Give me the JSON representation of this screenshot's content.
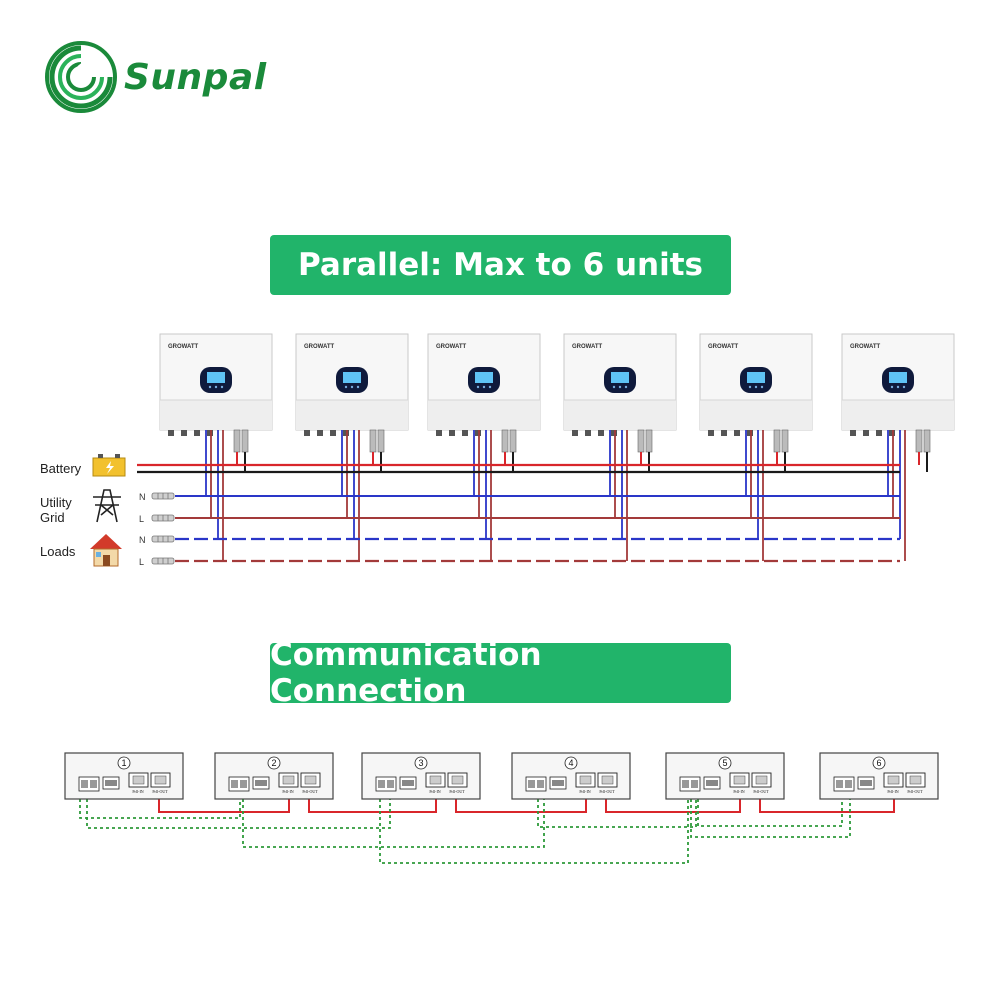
{
  "logo": {
    "text": "Sunpal"
  },
  "banners": {
    "parallel": "Parallel: Max to 6 units",
    "communication": "Communication Connection"
  },
  "inverter_brand": "GROWATT",
  "legend": {
    "battery": "Battery",
    "utility_line1": "Utility",
    "utility_line2": "Grid",
    "loads": "Loads",
    "neutral": "N",
    "live": "L"
  },
  "units": [
    "1",
    "2",
    "3",
    "4",
    "5",
    "6"
  ],
  "port_labels": {
    "in": "Prll-IN",
    "out": "Prll-OUT"
  },
  "colors": {
    "green_banner": "#21b46a",
    "logo_green": "#1a8a3a",
    "battery_positive": "#d9262b",
    "battery_negative": "#1a1a1a",
    "neutral_line": "#2a36c8",
    "live_line": "#a33a3a",
    "comm_red": "#d9262b",
    "comm_green": "#2e9a3a"
  }
}
